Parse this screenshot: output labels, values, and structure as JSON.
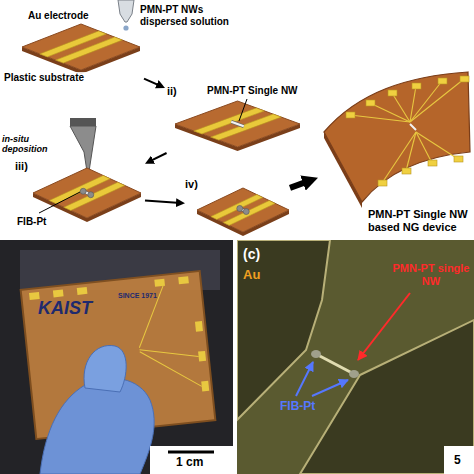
{
  "diagram": {
    "nodes": [
      {
        "text": [
          "Au electrode",
          "Plastic substrate"
        ]
      },
      {
        "text": [
          "ii)",
          "PMN-PT Single NW"
        ]
      },
      {
        "text": [
          "iii)",
          "FIB-Pt"
        ]
      },
      {
        "text": [
          "iv)"
        ]
      },
      {
        "text": [
          "PMN-PT Single NW based NG device"
        ]
      }
    ],
    "edges": [
      {
        "from": 0,
        "to": 1,
        "arrow": "to"
      },
      {
        "from": 1,
        "to": 2,
        "arrow": "to"
      },
      {
        "from": 2,
        "to": 3,
        "arrow": "to"
      },
      {
        "from": 3,
        "to": 4,
        "arrow": "to"
      }
    ],
    "labels": [
      "PMN-PT NWs dispersed solution",
      "in-situ deposition",
      "KAIST",
      "SINCE 1971",
      "1 cm",
      "(c)",
      "Au",
      "PMN-PT single NW",
      "FIB-Pt",
      "5"
    ]
  }
}
